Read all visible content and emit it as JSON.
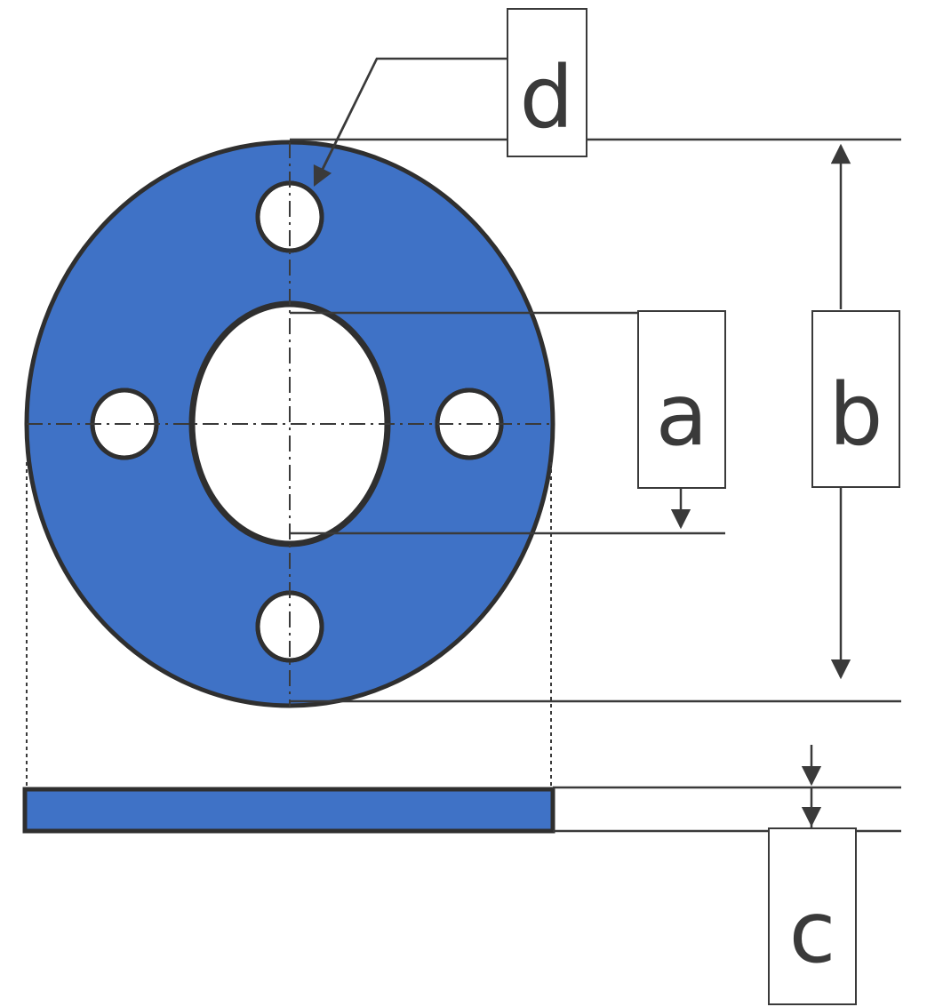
{
  "labels": {
    "a": "a",
    "b": "b",
    "c": "c",
    "d": "d"
  },
  "colors": {
    "gasket_fill": "#3f72c6",
    "outline": "#2f2f2f",
    "line": "#3a3a3a",
    "background": "#ffffff"
  }
}
